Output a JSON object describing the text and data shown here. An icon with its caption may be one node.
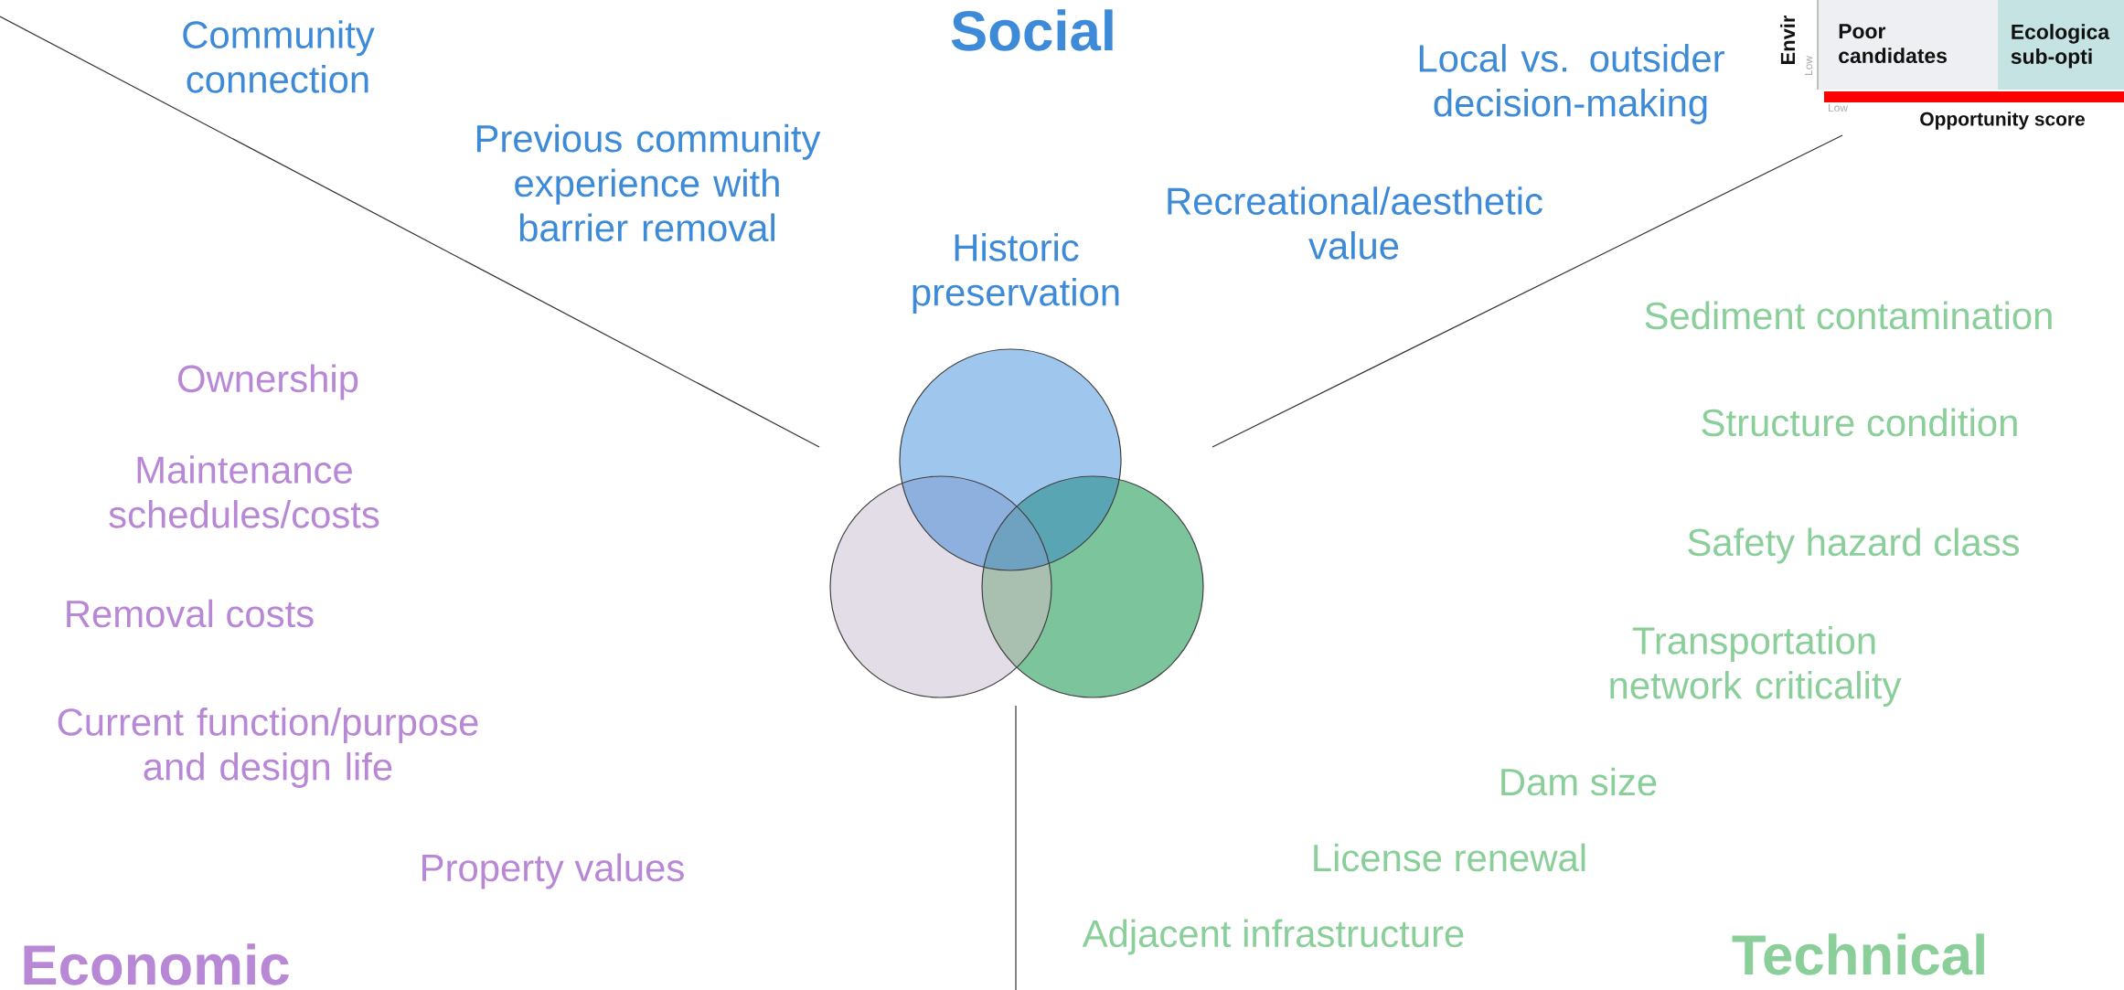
{
  "diagram": {
    "nodes": [
      {
        "text": [],
        "shape": "circle"
      },
      {
        "text": [],
        "shape": "circle"
      },
      {
        "text": [],
        "shape": "circle"
      }
    ],
    "labels": [
      "Community connection",
      "Social",
      "Local vs. outsider decision-making",
      "Envir",
      "Low",
      "Poor candidates",
      "Ecologica sub-opti",
      "Low",
      "Opportunity score",
      "Previous community experience with barrier removal",
      "Recreational/aesthetic value",
      "Historic preservation",
      "Sediment contamination",
      "Ownership",
      "Structure condition",
      "Maintenance schedules/costs",
      "Safety hazard class",
      "Removal costs",
      "Transportation network criticality",
      "Current function/purpose and design life",
      "Dam size",
      "License renewal",
      "Property values",
      "Adjacent infrastructure",
      "Economic",
      "Technical"
    ]
  }
}
